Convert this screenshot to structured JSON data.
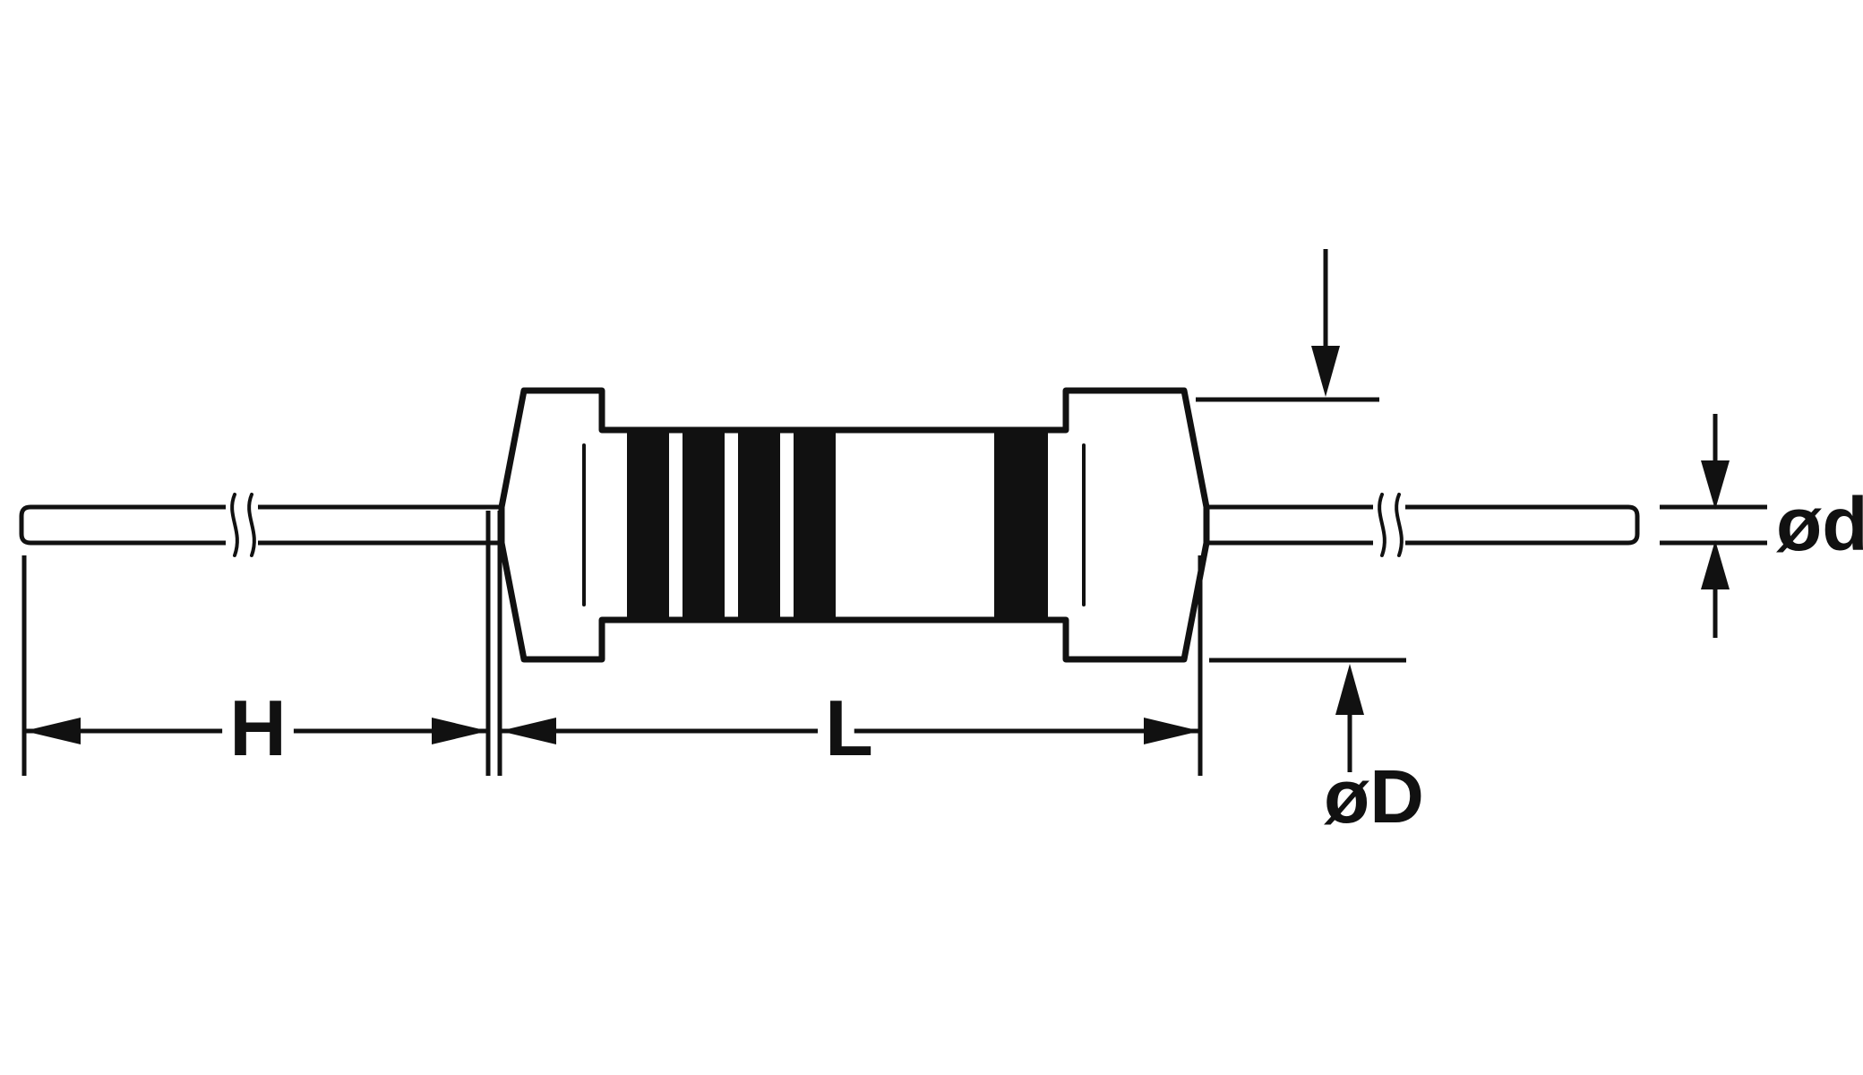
{
  "diagram": {
    "background_color": "#ffffff",
    "line_color": "#111111",
    "band_color": "#111111",
    "band_count": 5,
    "labels": {
      "lead_length": "H",
      "body_length": "L",
      "body_diameter": "øD",
      "lead_diameter": "ød"
    }
  }
}
